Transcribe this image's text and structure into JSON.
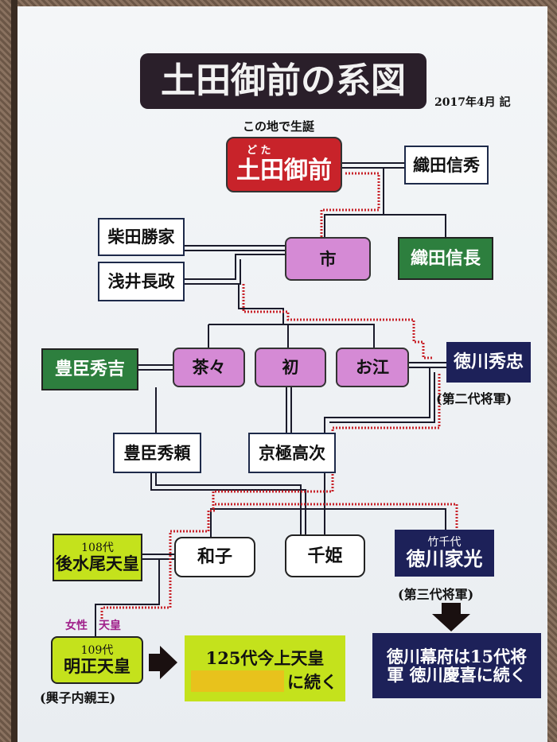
{
  "title": "土田御前の系図",
  "date": "2017年4月 記",
  "birthplace_note": "この地で生誕",
  "dota": {
    "ruby": "ど た",
    "name": "土田御前"
  },
  "persons": {
    "nobuhide": "織田信秀",
    "katsuie": "柴田勝家",
    "nagamasa": "浅井長政",
    "ichi": "市",
    "nobunaga": "織田信長",
    "hideyoshi": "豊臣秀吉",
    "chacha": "茶々",
    "hatsu": "初",
    "go": "お江",
    "hidetada": "徳川秀忠",
    "hidetada_sub": "(第二代将軍)",
    "hideyori": "豊臣秀頼",
    "takatsugu": "京極高次",
    "kazuko": "和子",
    "senhime": "千姫",
    "gomizunoo_gen": "108代",
    "gomizunoo": "後水尾天皇",
    "iemitsu_child": "竹千代",
    "iemitsu": "徳川家光",
    "iemitsu_sub": "(第三代将軍)",
    "female_label": "女性",
    "emperor_label": "天皇",
    "meisho_gen": "109代",
    "meisho": "明正天皇",
    "meisho_sub": "(興子内親王)"
  },
  "continues": {
    "imperial_line1": "125代今上天皇",
    "imperial_line2": "に続く",
    "shogun_line1": "徳川幕府は15代将",
    "shogun_line2": "軍 徳川慶喜に続く"
  },
  "colors": {
    "red": "#c8232a",
    "pink": "#d58ad5",
    "green": "#2d7f3e",
    "navy": "#1d2159",
    "lime": "#c4e21c",
    "title_bg": "#2a1f2a"
  }
}
